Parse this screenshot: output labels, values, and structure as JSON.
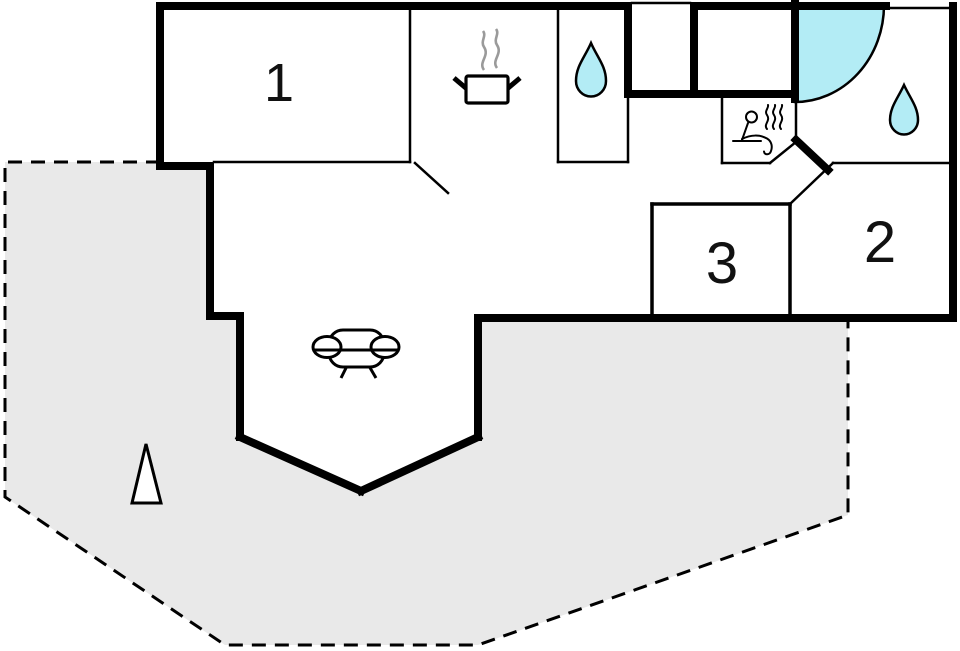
{
  "plan": {
    "type": "floor-plan",
    "rooms": {
      "bedroom1": {
        "label": "1"
      },
      "bedroom2": {
        "label": "2"
      },
      "bedroom3": {
        "label": "3"
      }
    },
    "icons": [
      "stove-pot-icon",
      "water-drop-icon-bathroom",
      "water-drop-icon-shower-room",
      "corner-shower-icon",
      "sauna-person-icon",
      "sofa-icon",
      "tree-icon"
    ]
  },
  "colors": {
    "wall": "#000000",
    "water_fill": "#b3ecf5",
    "terrace_fill": "#e9e9e9",
    "steam_gray": "#9a9a9a",
    "label_color": "#111111",
    "icon_fill": "#ffffff"
  }
}
